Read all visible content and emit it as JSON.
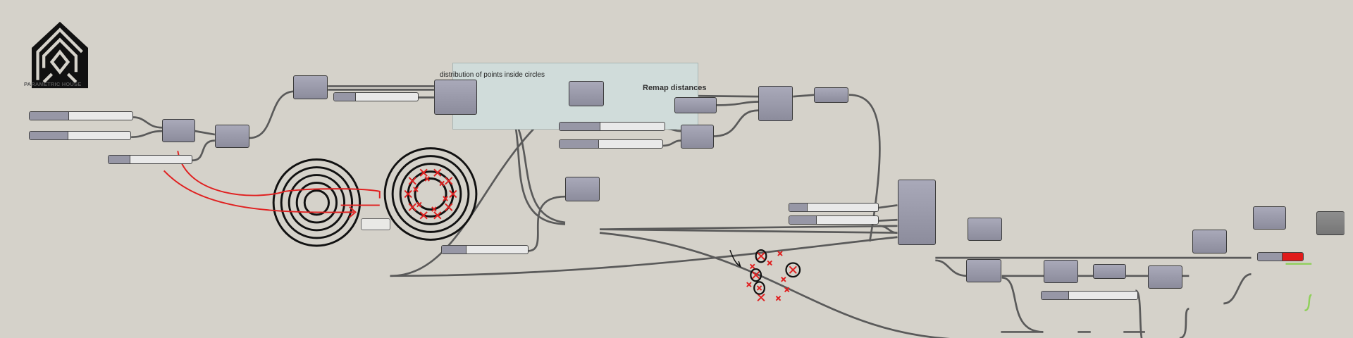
{
  "logo": {
    "text": "PARAMETRIC HOUSE"
  },
  "labels": {
    "distribution": "distribution of points inside circles",
    "remap_group": "Remap distances"
  },
  "colors": {
    "canvas": "#d5d2ca",
    "component": "#9797a6",
    "group": "#d0dcda",
    "wire": "#555555",
    "annotation": "#e02020",
    "toggle_on": "#e01b1b",
    "preview_wire": "#8fd05a"
  },
  "toggle": {
    "value": true
  }
}
